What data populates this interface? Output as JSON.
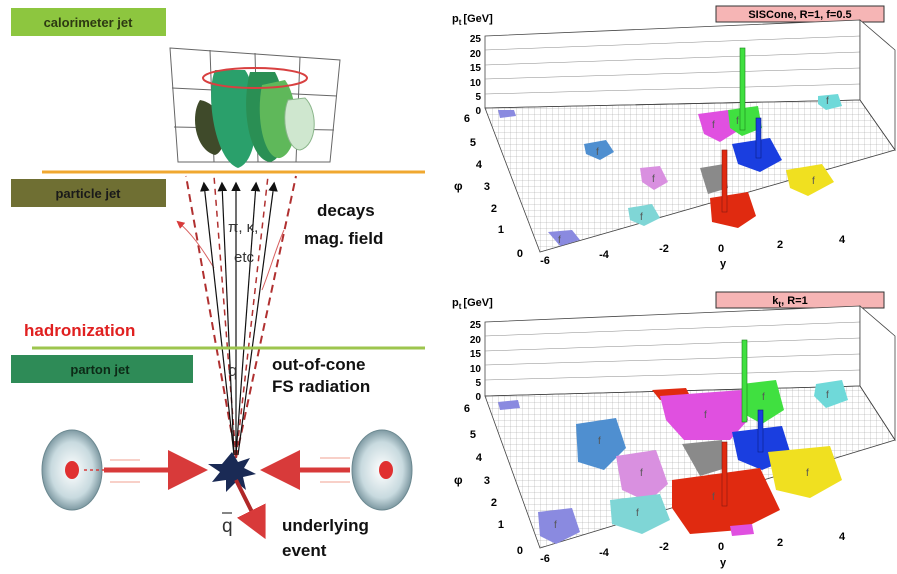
{
  "left": {
    "stages": {
      "calorimeter": "calorimeter jet",
      "particle": "particle jet",
      "parton": "parton jet"
    },
    "hadronization": "hadronization",
    "annotations": {
      "decays": "decays",
      "mag_field": "mag. field",
      "out_of_cone": "out-of-cone",
      "fs_radiation": "FS radiation",
      "underlying": "underlying",
      "event": "event"
    },
    "particles": {
      "pi_k": "π, κ,",
      "etc": "etc",
      "q": "q",
      "qbar": "q"
    }
  },
  "plots": [
    {
      "title": "SISCone, R=1, f=0.5",
      "zlabel_main": "p",
      "zlabel_sub": "t",
      "zlabel_unit": "[GeV]",
      "xlabel": "y",
      "ylabel": "φ",
      "z_ticks": [
        "25",
        "20",
        "15",
        "10",
        "5",
        "0"
      ],
      "phi_ticks": [
        "6",
        "5",
        "4",
        "3",
        "2",
        "1",
        "0"
      ],
      "y_ticks": [
        "-6",
        "-4",
        "-2",
        "0",
        "2",
        "4"
      ],
      "jet_label": "f"
    },
    {
      "title": "k",
      "title_sub": "t",
      "title_rest": ", R=1",
      "zlabel_main": "p",
      "zlabel_sub": "t",
      "zlabel_unit": "[GeV]",
      "xlabel": "y",
      "ylabel": "φ",
      "z_ticks": [
        "25",
        "20",
        "15",
        "10",
        "5",
        "0"
      ],
      "phi_ticks": [
        "6",
        "5",
        "4",
        "3",
        "2",
        "1",
        "0"
      ],
      "y_ticks": [
        "-6",
        "-4",
        "-2",
        "0",
        "2",
        "4"
      ],
      "jet_label": "f"
    }
  ],
  "colors": {
    "stage_green": "#8dc63f",
    "stage_olive": "#6f6f33",
    "stage_dark": "#2e8b57",
    "line_orange": "#f0a830",
    "line_green": "#9dc54e",
    "title_box": "#f6b5b5",
    "arrow_red": "#d83a3a"
  }
}
